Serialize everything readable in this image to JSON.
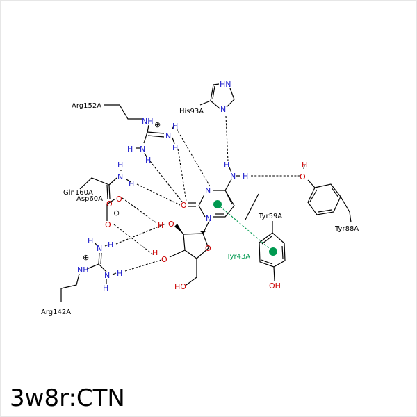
{
  "title": "3w8r:CTN",
  "colors": {
    "nitrogen": "#1a1acc",
    "oxygen": "#cc0000",
    "carbon": "#000000",
    "pi_interaction": "#009950"
  },
  "residues": {
    "arg152": "Arg152A",
    "his93": "His93A",
    "gln160": "Gln160A",
    "asp60": "Asp60A",
    "tyr59": "Tyr59A",
    "tyr43": "Tyr43A",
    "tyr88": "Tyr88A",
    "arg142": "Arg142A"
  },
  "atoms": {
    "N": "N",
    "H": "H",
    "O": "O",
    "NH": "NH",
    "HN": "HN",
    "HO": "HO",
    "OH": "OH"
  },
  "charges": {
    "plus": "⊕",
    "minus": "⊖"
  }
}
